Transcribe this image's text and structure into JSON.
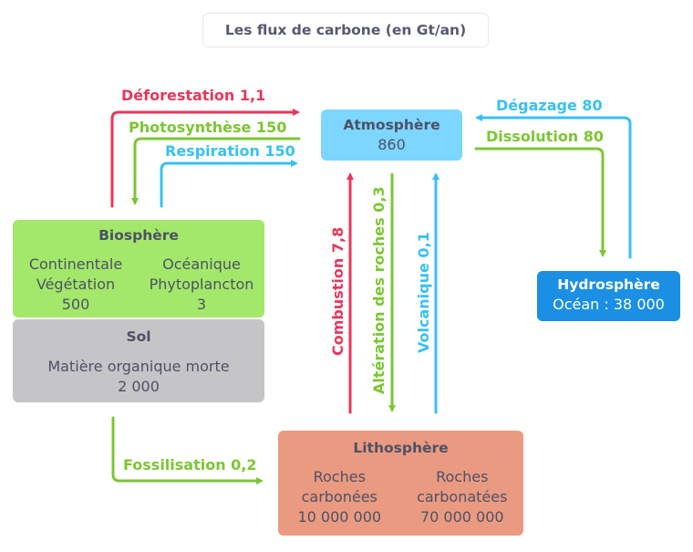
{
  "title": "Les flux de carbone (en Gt/an)",
  "colors": {
    "source_flux": "#e8365a",
    "uptake_flux": "#7cc634",
    "release_flux": "#38c0f5",
    "atmosphere": "#7dd6ff",
    "biosphere": "#a3e86a",
    "sol": "#c5c5c7",
    "hydrosphere": "#1a8fe3",
    "lithosphere": "#ea9a80"
  },
  "reservoirs": {
    "atmosphere": {
      "name": "Atmosphère",
      "value": "860"
    },
    "biosphere": {
      "name": "Biosphère",
      "left": {
        "line1": "Continentale",
        "line2": "Végétation",
        "value": "500"
      },
      "right": {
        "line1": "Océanique",
        "line2": "Phytoplancton",
        "value": "3"
      }
    },
    "sol": {
      "name": "Sol",
      "line1": "Matière organique morte",
      "value": "2 000"
    },
    "hydrosphere": {
      "name": "Hydrosphère",
      "line1": "Océan : 38 000"
    },
    "lithosphere": {
      "name": "Lithosphère",
      "left": {
        "line1": "Roches",
        "line2": "carbonées",
        "value": "10 000 000"
      },
      "right": {
        "line1": "Roches",
        "line2": "carbonatées",
        "value": "70 000 000"
      }
    }
  },
  "fluxes": {
    "deforestation": "Déforestation 1,1",
    "photosynthese": "Photosynthèse 150",
    "respiration": "Respiration 150",
    "degazage": "Dégazage 80",
    "dissolution": "Dissolution 80",
    "combustion": "Combustion 7,8",
    "alteration": "Altération des roches 0,3",
    "volcanique": "Volcanique 0,1",
    "fossilisation": "Fossilisation 0,2"
  }
}
